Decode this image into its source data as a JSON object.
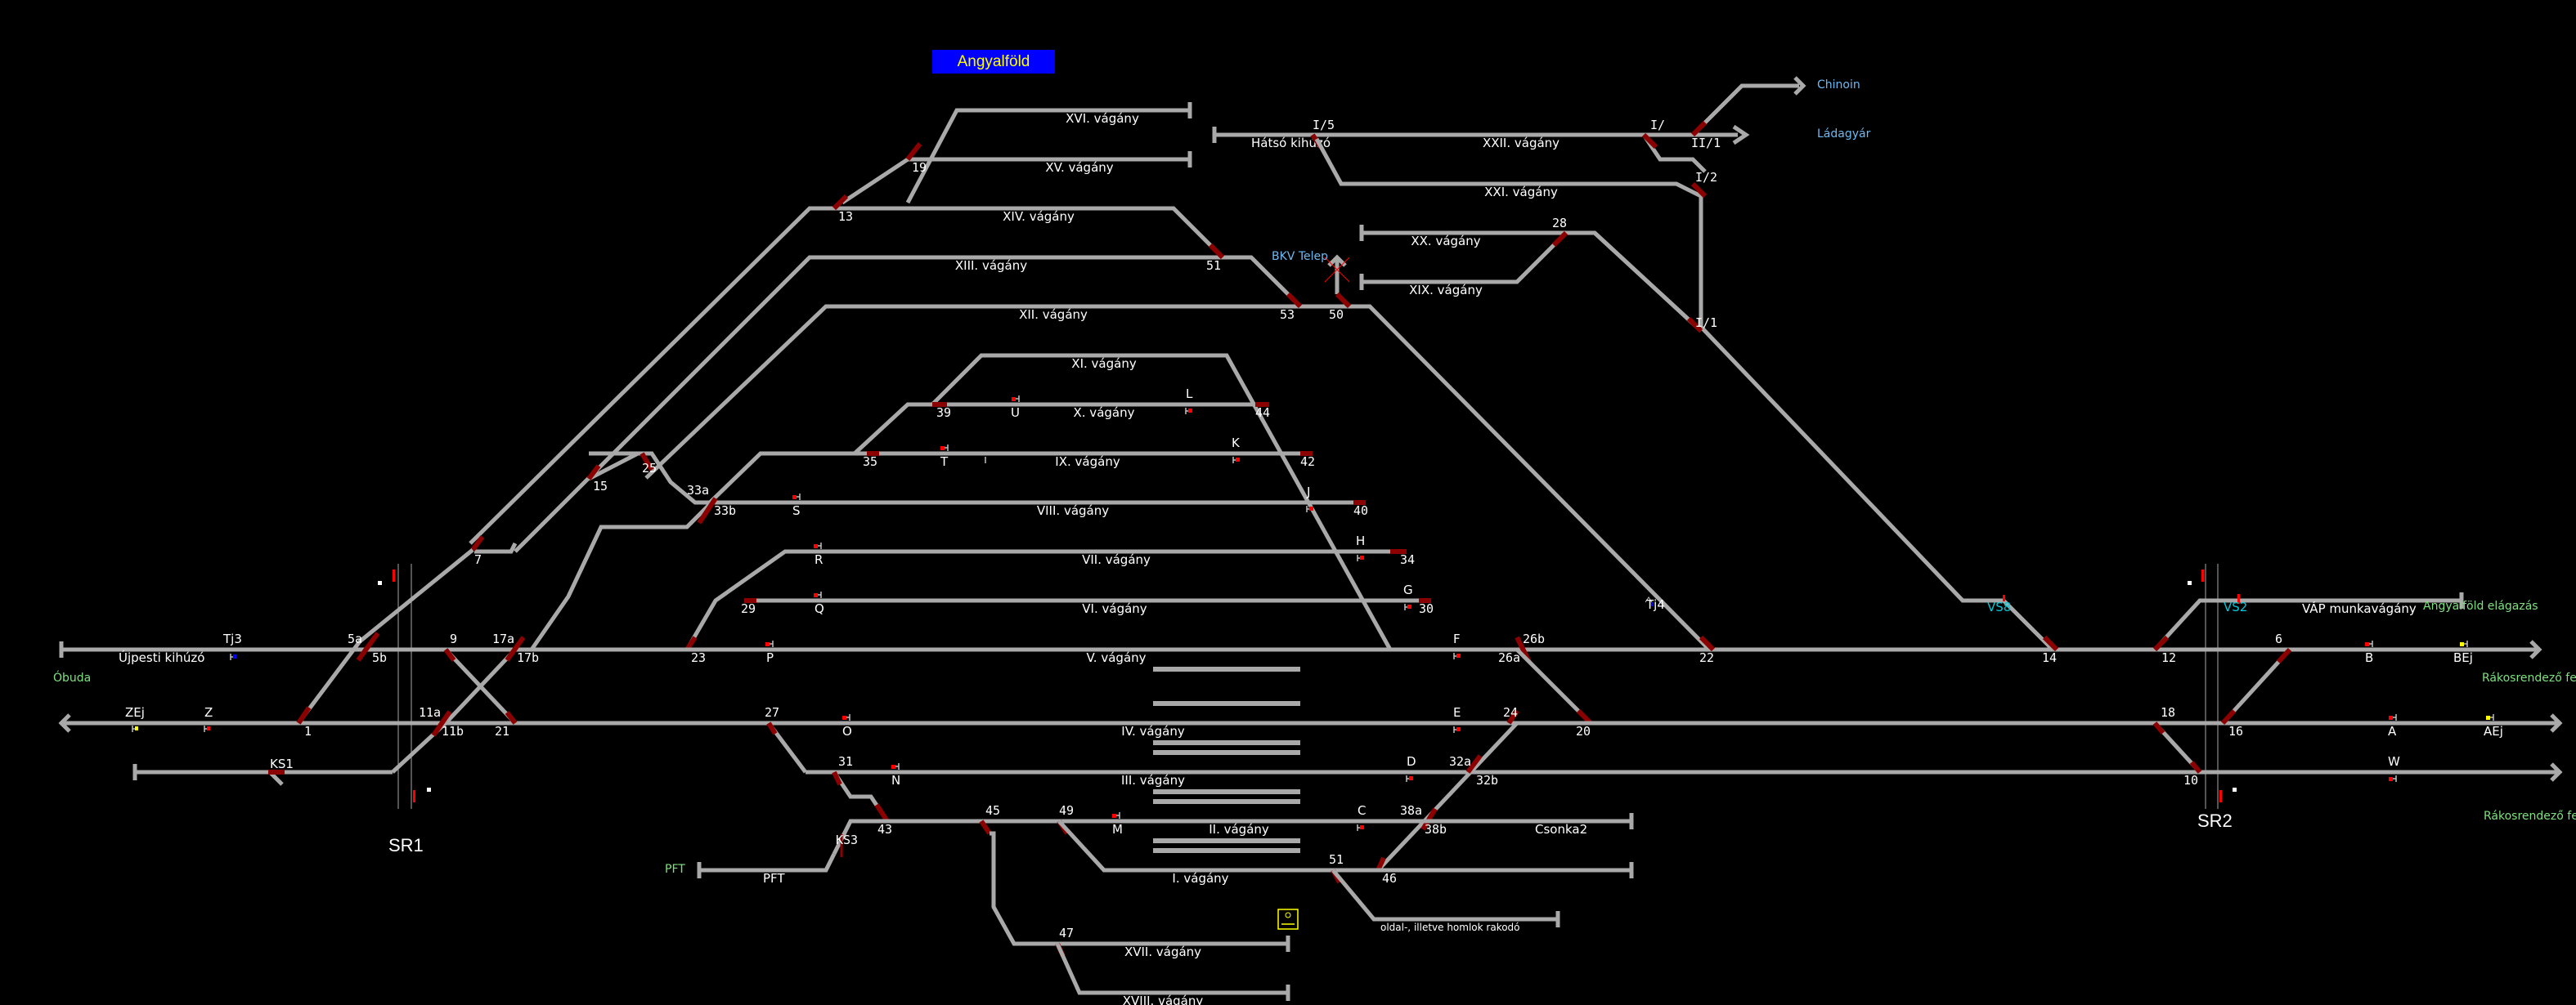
{
  "station": {
    "title": "Angyalföld"
  },
  "colors": {
    "track": "#a9a9a9",
    "point_locked": "#8b0000",
    "signal_stop": "#ff0000",
    "signal_caution": "#ffff00",
    "title_bg": "#0000ff",
    "title_fg": "#ffff00"
  },
  "tracks": {
    "t16": "XVI. vágány",
    "t15": "XV. vágány",
    "t14": "XIV. vágány",
    "t13": "XIII. vágány",
    "t12": "XII. vágány",
    "t11": "XI. vágány",
    "t10": "X. vágány",
    "t9": "IX. vágány",
    "t8": "VIII. vágány",
    "t7": "VII. vágány",
    "t6": "VI. vágány",
    "t5": "V. vágány",
    "t4": "IV. vágány",
    "t3": "III. vágány",
    "t2": "II. vágány",
    "t1": "I. vágány",
    "t17": "XVII. vágány",
    "t18": "XVIII. vágány",
    "t22": "XXII. vágány",
    "t21": "XXI. vágány",
    "t20": "XX. vágány",
    "t19": "XIX. vágány",
    "hatso": "Hátsó kihúzó",
    "ujpesti": "Újpesti kihúzó",
    "pft": "PFT",
    "csonka2": "Csonka2",
    "vap": "VÁP munkavágány",
    "rakodo": "oldal-, illetve homlok rakodó"
  },
  "destinations": {
    "chinoin": "Chinoin",
    "ladagyar": "Ládagyár",
    "bkv": "BKV Telep",
    "obuda": "Óbuda",
    "pft": "PFT",
    "angyalfold_elag": "Angyalföld elágazás",
    "rakos_felol": "Rákosrendező felől",
    "rakos_fele": "Rákosrendező felé"
  },
  "points": {
    "p19": "19",
    "p13": "13",
    "p51": "51",
    "p53": "53",
    "p50": "50",
    "p28": "28",
    "pI5": "I/5",
    "pI": "I/",
    "pII1": "II/1",
    "pI2": "I/2",
    "pI1": "I/1",
    "p39": "39",
    "p44": "44",
    "p35": "35",
    "p42": "42",
    "p25": "25",
    "p15": "15",
    "p33a": "33a",
    "p33b": "33b",
    "p40": "40",
    "p7": "7",
    "p34": "34",
    "p29": "29",
    "p30": "30",
    "p5a": "5a",
    "p5b": "5b",
    "p9": "9",
    "p17a": "17a",
    "p17b": "17b",
    "p23": "23",
    "p26b": "26b",
    "p26a": "26a",
    "p22": "22",
    "p14": "14",
    "p12": "12",
    "p6": "6",
    "p1": "1",
    "p11a": "11a",
    "p11b": "11b",
    "p21": "21",
    "p27": "27",
    "p24": "24",
    "p20": "20",
    "p18": "18",
    "p16": "16",
    "p31": "31",
    "p32a": "32a",
    "p32b": "32b",
    "p10": "10",
    "p45": "45",
    "p49": "49",
    "p43": "43",
    "p38a": "38a",
    "p38b": "38b",
    "p51b": "51",
    "p46": "46",
    "p47": "47"
  },
  "signals": {
    "U": "U",
    "L": "L",
    "T": "T",
    "K": "K",
    "S": "S",
    "J": "J",
    "R": "R",
    "H": "H",
    "Q": "Q",
    "G": "G",
    "P": "P",
    "F": "F",
    "O": "O",
    "E": "E",
    "N": "N",
    "D": "D",
    "M": "M",
    "C": "C",
    "Z": "Z",
    "ZEj": "ZEj",
    "Tj3": "Tj3",
    "Tj4": "Tj4",
    "B": "B",
    "BEj": "BEj",
    "A": "A",
    "AEj": "AEj",
    "W": "W",
    "VS8": "VS8",
    "VS2": "VS2",
    "KS1": "KS1",
    "KS3": "KS3"
  },
  "crossings": {
    "sr1": "SR1",
    "sr2": "SR2"
  }
}
